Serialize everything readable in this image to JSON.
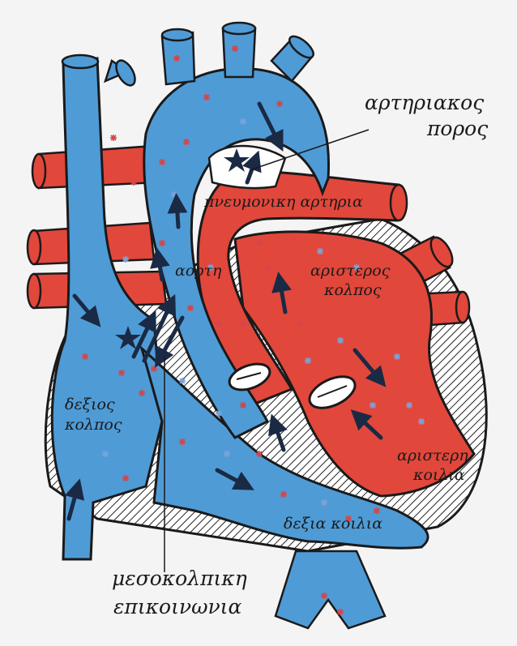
{
  "diagram": {
    "colors": {
      "venous_blue": "#4f9bd6",
      "arterial_red": "#e2473b",
      "outline": "#1a1a1a",
      "background": "#f4f4f4",
      "dot_red": "#d5464a",
      "dot_blue": "#7aa3d8"
    },
    "labels": {
      "ductus": [
        "αρτηριακος",
        "πορος"
      ],
      "pulmonary_artery": "πνευμονικη αρτηρια",
      "aorta": "αορτη",
      "left_atrium": [
        "αριστερος",
        "κολπος"
      ],
      "right_atrium": [
        "δεξιος",
        "κολπος"
      ],
      "left_ventricle": [
        "αριστερη",
        "κοιλια"
      ],
      "right_ventricle": "δεξια κοιλια",
      "interatrial": [
        "μεσοκολπικη",
        "επικοινωνια"
      ]
    }
  }
}
